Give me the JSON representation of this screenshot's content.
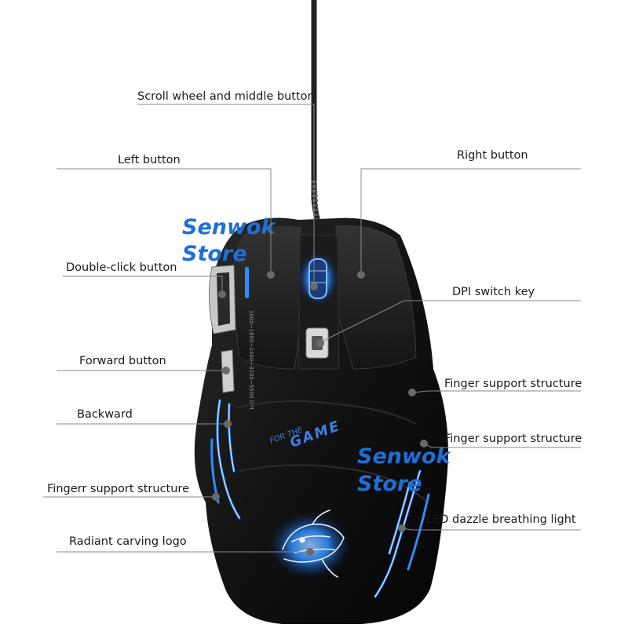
{
  "labels": {
    "scroll_wheel": "Scroll wheel and middle button",
    "left_button": "Left button",
    "right_button": "Right button",
    "double_click": "Double-click button",
    "dpi_switch": "DPI switch key",
    "forward": "Forward button",
    "finger_support_1": "Finger support structure",
    "backward": "Backward",
    "finger_support_2": "Finger support structure",
    "fingerr_support": "Fingerr support structure",
    "led_light": "LED dazzle breathing light",
    "carving_logo": "Radiant carving logo"
  },
  "watermark": {
    "line1": "Senwok",
    "line2": "Store"
  },
  "mouse_print": {
    "dpi_scale": "1000~1600~2400~3200~5500 DPI",
    "slogan_small": "FOR THE",
    "slogan_big": "GAME"
  },
  "colors": {
    "body": "#141414",
    "accent": "#2e8cff",
    "watermark": "#1f6fd6",
    "leader": "#8a8a8a"
  }
}
